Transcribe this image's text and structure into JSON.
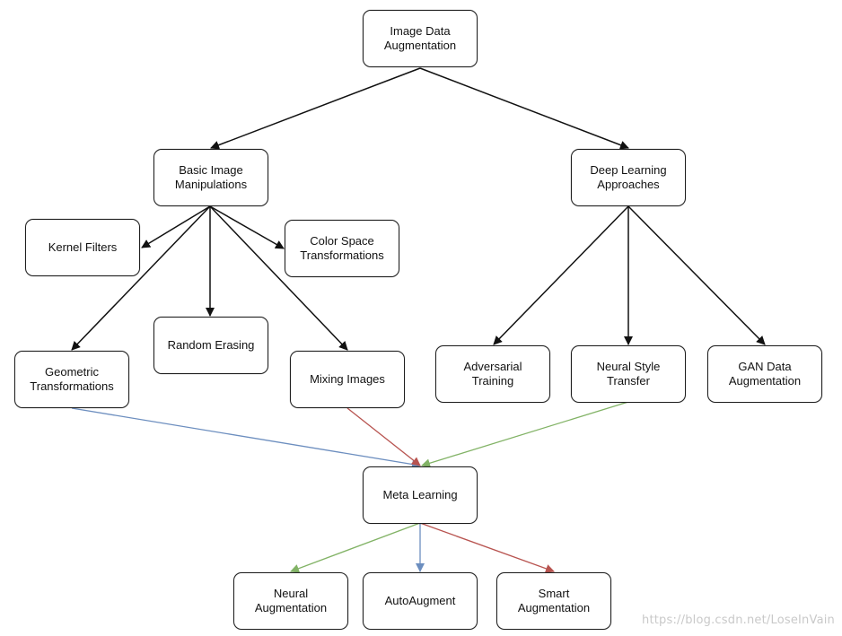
{
  "nodes": {
    "root": "Image Data\nAugmentation",
    "basic": "Basic Image\nManipulations",
    "deep": "Deep Learning\nApproaches",
    "kernel": "Kernel Filters",
    "color": "Color Space\nTransformations",
    "geometric": "Geometric\nTransformations",
    "erasing": "Random Erasing",
    "mixing": "Mixing Images",
    "adversarial": "Adversarial Training",
    "style": "Neural Style Transfer",
    "gan": "GAN Data\nAugmentation",
    "meta": "Meta Learning",
    "neural_aug": "Neural Augmentation",
    "autoaugment": "AutoAugment",
    "smart_aug": "Smart Augmentation"
  },
  "edge_colors": {
    "black": "#111111",
    "blue": "#6c8ebf",
    "red": "#b85450",
    "green": "#82b366"
  },
  "watermark": "https://blog.csdn.net/LoseInVain"
}
